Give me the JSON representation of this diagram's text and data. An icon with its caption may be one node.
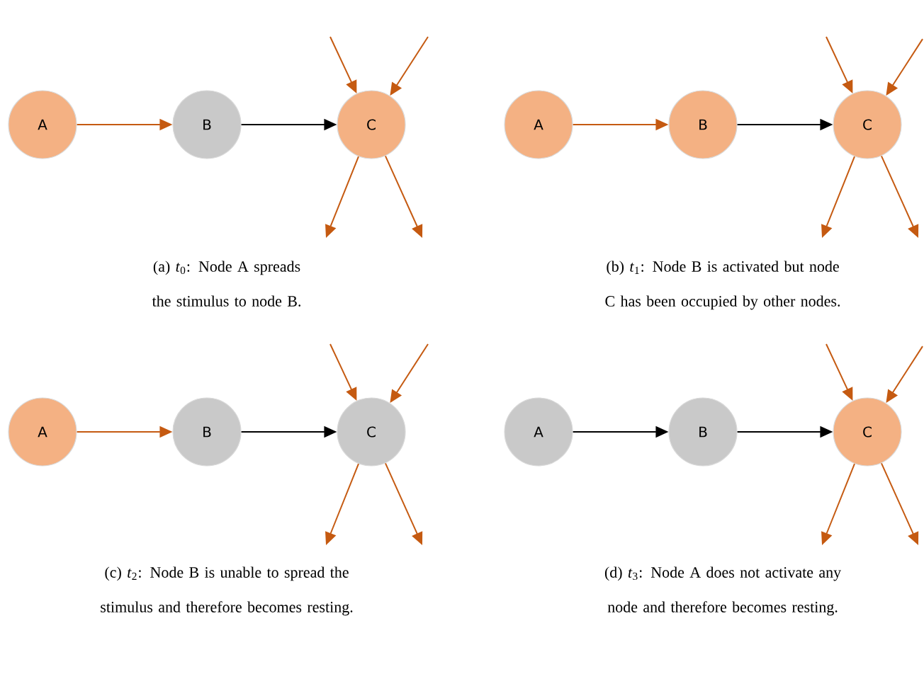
{
  "diagram": {
    "nodes": [
      {
        "text": [
          "A"
        ]
      },
      {
        "text": [
          "B"
        ]
      },
      {
        "text": [
          "C"
        ]
      },
      {
        "text": [
          "A"
        ]
      },
      {
        "text": [
          "B"
        ]
      },
      {
        "text": [
          "C"
        ]
      },
      {
        "text": [
          "A"
        ]
      },
      {
        "text": [
          "B"
        ]
      },
      {
        "text": [
          "C"
        ]
      },
      {
        "text": [
          "A"
        ]
      },
      {
        "text": [
          "B"
        ]
      },
      {
        "text": [
          "C"
        ]
      }
    ],
    "edges": [
      {
        "from": 0,
        "to": 1,
        "arrow": "to"
      },
      {
        "from": 1,
        "to": 2,
        "arrow": "to",
        "color": "#000000"
      },
      {
        "from": null,
        "to": 2,
        "arrow": "to"
      },
      {
        "from": null,
        "to": 2,
        "arrow": "to"
      },
      {
        "from": 2,
        "to": null,
        "arrow": "to"
      },
      {
        "from": 2,
        "to": null,
        "arrow": "to"
      },
      {
        "from": 3,
        "to": 4,
        "arrow": "to"
      },
      {
        "from": 4,
        "to": 5,
        "arrow": "to",
        "color": "#000000"
      },
      {
        "from": null,
        "to": 5,
        "arrow": "to"
      },
      {
        "from": null,
        "to": 5,
        "arrow": "to"
      },
      {
        "from": 5,
        "to": null,
        "arrow": "to"
      },
      {
        "from": 5,
        "to": null,
        "arrow": "to"
      },
      {
        "from": 6,
        "to": 7,
        "arrow": "to"
      },
      {
        "from": 7,
        "to": 8,
        "arrow": "to",
        "color": "#000000"
      },
      {
        "from": null,
        "to": 8,
        "arrow": "to"
      },
      {
        "from": null,
        "to": 8,
        "arrow": "to"
      },
      {
        "from": 8,
        "to": null,
        "arrow": "to"
      },
      {
        "from": 8,
        "to": null,
        "arrow": "to"
      },
      {
        "from": 9,
        "to": 10,
        "arrow": "to",
        "color": "#000000"
      },
      {
        "from": 10,
        "to": 11,
        "arrow": "to",
        "color": "#000000"
      },
      {
        "from": null,
        "to": 11,
        "arrow": "to"
      },
      {
        "from": null,
        "to": 11,
        "arrow": "to"
      },
      {
        "from": 11,
        "to": null,
        "arrow": "to"
      },
      {
        "from": 11,
        "to": null,
        "arrow": "to"
      }
    ],
    "labels": [
      "(a) *t*$_{0}$: Node A spreads the stimulus to node B.",
      "(b) *t*$_{1}$: Node B is activated but node C has been occupied by other nodes.",
      "(c) *t*$_{2}$: Node B is unable to spread the stimulus and therefore becomes resting.",
      "(d) *t*$_{3}$: Node A does not activate any node and therefore becomes resting."
    ]
  }
}
